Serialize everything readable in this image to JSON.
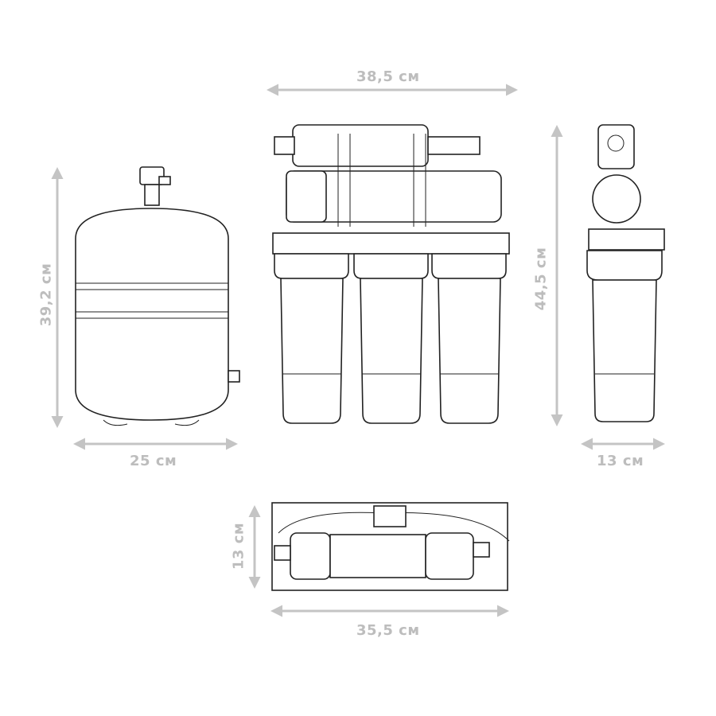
{
  "dimensions": {
    "tank_height": "39,2 см",
    "tank_width": "25 см",
    "system_width": "38,5 см",
    "system_height": "44,5 см",
    "side_depth": "13 см",
    "top_depth": "13 см",
    "top_width": "35,5 см"
  },
  "colors": {
    "dimension": "#c4c4c4",
    "outline": "#222222"
  }
}
